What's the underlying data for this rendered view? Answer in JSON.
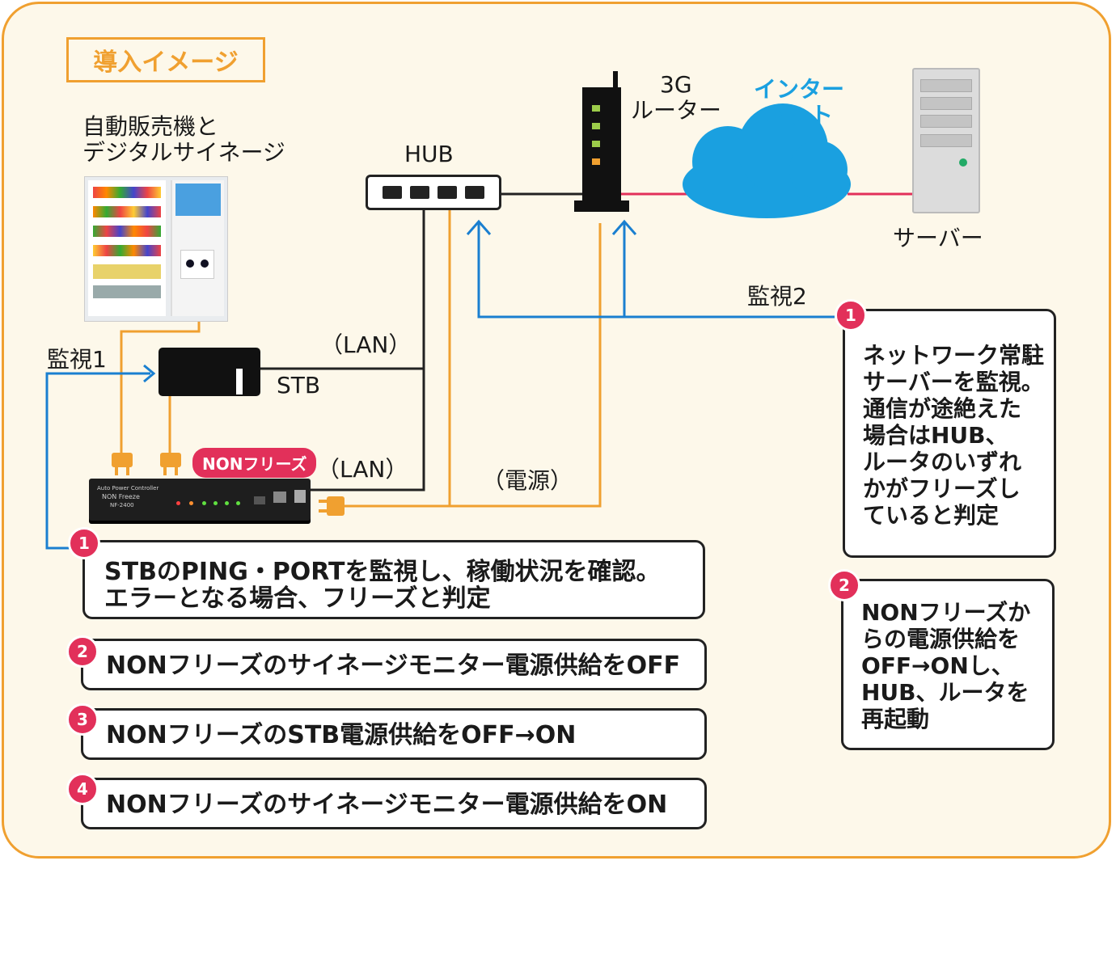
{
  "colors": {
    "orange": "#f0a030",
    "blue": "#1a7fd0",
    "pink": "#e2305a",
    "cloud": "#1aa0e0",
    "black": "#222222"
  },
  "title": "導入イメージ",
  "labels": {
    "vending": "自動販売機と",
    "vending2": "デジタルサイネージ",
    "hub": "HUB",
    "router": "3G",
    "router2": "ルーター",
    "internet": "インター",
    "internet2": "ネット",
    "server": "サーバー",
    "stb": "STB",
    "lan1": "（LAN）",
    "lan2": "（LAN）",
    "power": "（電源）",
    "monitor1": "監視1",
    "monitor2": "監視2",
    "nonfreeze_tag": "NONフリーズ",
    "device_line1": "Auto Power Controller",
    "device_line2": "NON Freeze",
    "device_line3": "NF-2400"
  },
  "steps_left": [
    {
      "num": "1",
      "line1": "STBのPING・PORTを監視し、稼働状況を確認。",
      "line2": "エラーとなる場合、フリーズと判定"
    },
    {
      "num": "2",
      "line1": "NONフリーズのサイネージモニター電源供給をOFF"
    },
    {
      "num": "3",
      "line1": "NONフリーズのSTB電源供給をOFF→ON"
    },
    {
      "num": "4",
      "line1": "NONフリーズのサイネージモニター電源供給をON"
    }
  ],
  "steps_right": [
    {
      "num": "1",
      "lines": [
        "ネットワーク常駐",
        "サーバーを監視。",
        "通信が途絶えた",
        "場合はHUB、",
        "ルータのいずれ",
        "かがフリーズし",
        "ていると判定"
      ]
    },
    {
      "num": "2",
      "lines": [
        "NONフリーズか",
        "らの電源供給を",
        "OFF→ONし、",
        "HUB、ルータを",
        "再起動"
      ]
    }
  ]
}
